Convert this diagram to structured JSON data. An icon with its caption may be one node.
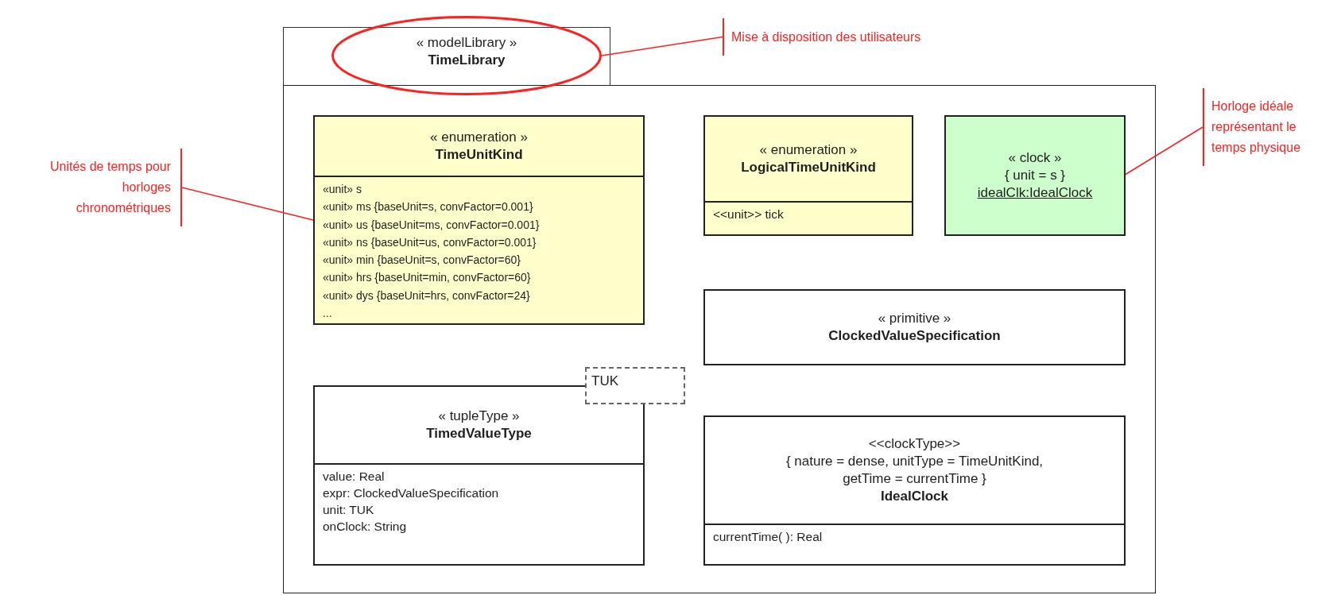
{
  "diagram": {
    "nodes": [
      {
        "text": [],
        "shape": "folder"
      },
      {
        "text": [
          "« modelLibrary »",
          "TimeLibrary"
        ]
      },
      {
        "text": [
          "« enumeration »",
          "TimeUnitKind",
          "«unit» s",
          "«unit» ms {baseUnit=s, convFactor=0.001}",
          "«unit» us {baseUnit=ms, convFactor=0.001}",
          "«unit» ns {baseUnit=us, convFactor=0.001}",
          "«unit» min {baseUnit=s, convFactor=60}",
          "«unit» hrs {baseUnit=min, convFactor=60}",
          "«unit» dys {baseUnit=hrs, convFactor=24}",
          "..."
        ],
        "in": 0
      },
      {
        "text": [
          "« enumeration »",
          "LogicalTimeUnitKind",
          "<<unit>> tick"
        ],
        "in": 0
      },
      {
        "text": [
          "« clock »",
          "{ unit = s }",
          "idealClk:IdealClock"
        ],
        "in": 0
      },
      {
        "text": [
          "« primitive »",
          "ClockedValueSpecification"
        ],
        "in": 0
      },
      {
        "text": [
          "« tupleType »",
          "TimedValueType",
          "value: Real",
          "expr: ClockedValueSpecification",
          "unit: TUK",
          "onClock: String"
        ],
        "in": 0
      },
      {
        "text": [
          "TUK"
        ],
        "in": 0
      },
      {
        "text": [
          "<<clockType>>",
          "{ nature = dense, unitType = TimeUnitKind, getTime = currentTime }",
          "IdealClock",
          "currentTime( ): Real"
        ],
        "in": 0
      },
      {
        "text": [
          "Mise à disposition des utilisateurs"
        ]
      },
      {
        "text": [
          "Unités de temps pour horloges chronométriques"
        ]
      },
      {
        "text": [
          "Horloge idéale représentant le temps physique"
        ]
      }
    ],
    "edges": [
      {
        "from": 9,
        "to": 1,
        "arrow": "none"
      },
      {
        "from": 10,
        "to": 2,
        "arrow": "none"
      },
      {
        "from": 11,
        "to": 4,
        "arrow": "none"
      }
    ]
  }
}
